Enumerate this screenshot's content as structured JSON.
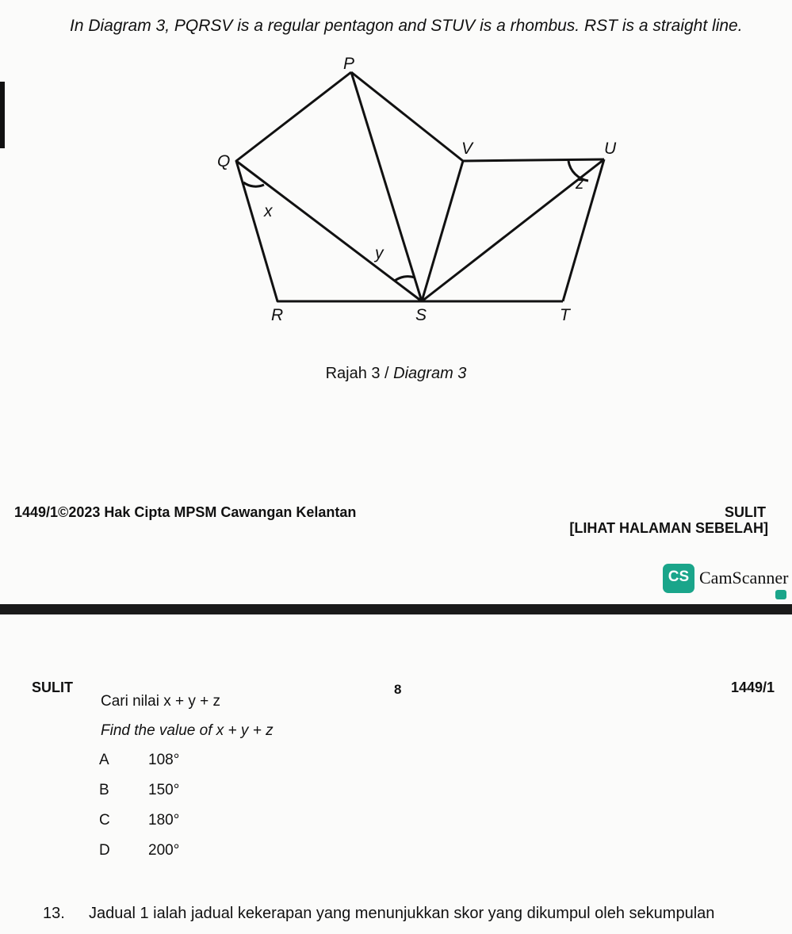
{
  "question": {
    "text": "In Diagram 3, PQRSV is a regular pentagon and STUV is a rhombus. RST is a straight line."
  },
  "diagram": {
    "labels": {
      "P": "P",
      "Q": "Q",
      "R": "R",
      "S": "S",
      "T": "T",
      "U": "U",
      "V": "V",
      "x": "x",
      "y": "y",
      "z": "z"
    },
    "caption_malay": "Rajah 3 / ",
    "caption_english": "Diagram 3"
  },
  "footer": {
    "copyright": "1449/1©2023 Hak Cipta MPSM Cawangan Kelantan",
    "sulit": "SULIT",
    "next_page": "[LIHAT HALAMAN SEBELAH]"
  },
  "scanner": {
    "logo": "CS",
    "name": "CamScanner"
  },
  "page_header": {
    "left": "SULIT",
    "page_number": "8",
    "code": "1449/1"
  },
  "sub_question": {
    "malay": "Cari nilai x + y + z",
    "english": "Find the value of x + y + z",
    "options": [
      {
        "letter": "A",
        "value": "108°"
      },
      {
        "letter": "B",
        "value": "150°"
      },
      {
        "letter": "C",
        "value": "180°"
      },
      {
        "letter": "D",
        "value": "200°"
      }
    ]
  },
  "next_question": {
    "number": "13.",
    "text": "Jadual 1  ialah jadual kekerapan yang menunjukkan skor yang dikumpul oleh sekumpulan"
  }
}
